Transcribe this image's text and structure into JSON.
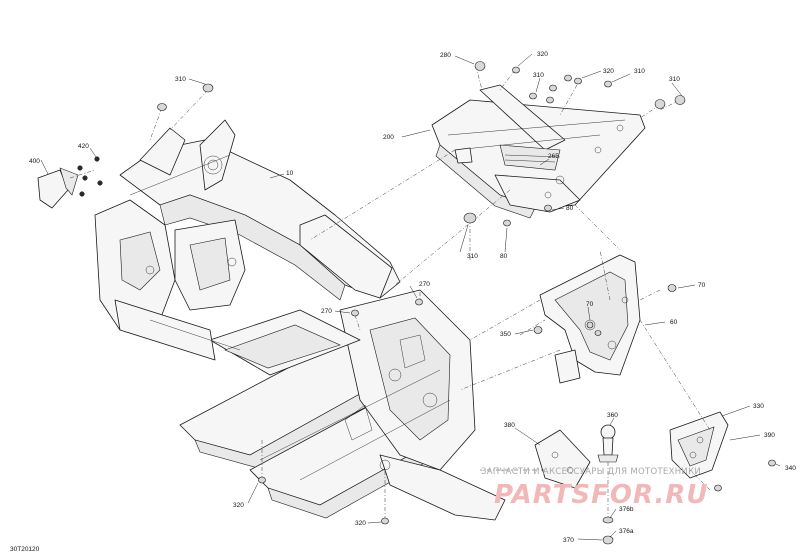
{
  "figure_code": "30T20120",
  "watermark": {
    "caption": "ЗАПЧАСТИ И АКСЕССУАРЫ ДЛЯ МОТОТЕХНИКИ",
    "logo": "PARTSFOR.RU"
  },
  "callouts": {
    "c10": "10",
    "c60": "60",
    "c70a": "70",
    "c70b": "70",
    "c80a": "80",
    "c80b": "80",
    "c200": "200",
    "c265": "265",
    "c270a": "270",
    "c270b": "270",
    "c280": "280",
    "c310a": "310",
    "c310b": "310",
    "c310c": "310",
    "c310d": "310",
    "c310e": "310",
    "c320a": "320",
    "c320b": "320",
    "c320c": "320",
    "c330": "330",
    "c350": "350",
    "c360": "360",
    "c370": "370",
    "c376a": "376a",
    "c376b": "376b",
    "c380": "380",
    "c390": "390",
    "c340": "340",
    "c400": "400",
    "c420": "420"
  }
}
